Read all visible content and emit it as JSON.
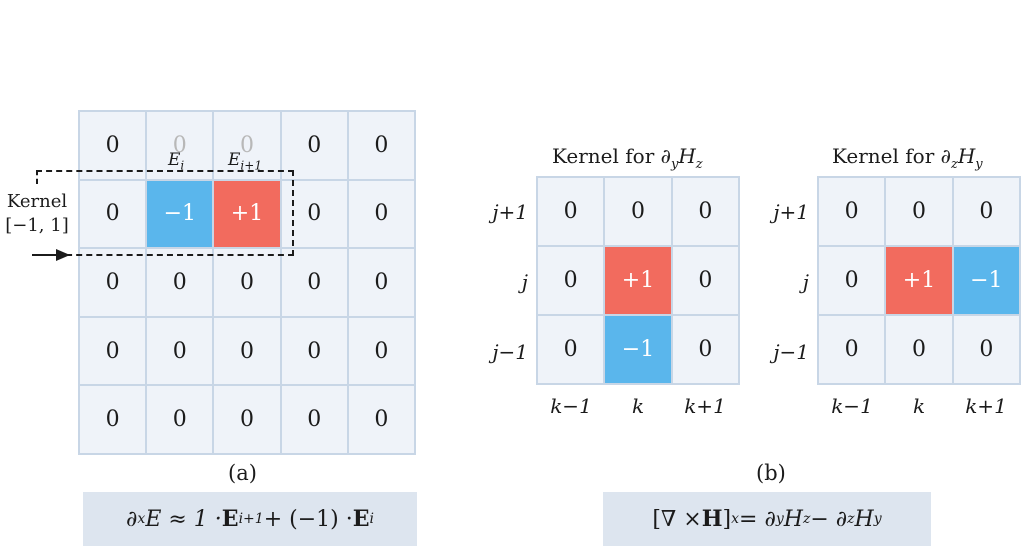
{
  "panel_a": {
    "grid": [
      [
        "0",
        "0",
        "0",
        "0",
        "0"
      ],
      [
        "0",
        "−1",
        "+1",
        "0",
        "0"
      ],
      [
        "0",
        "0",
        "0",
        "0",
        "0"
      ],
      [
        "0",
        "0",
        "0",
        "0",
        "0"
      ],
      [
        "0",
        "0",
        "0",
        "0",
        "0"
      ]
    ],
    "label_ei_base": "E",
    "label_ei_sub": "i",
    "label_ei1_base": "E",
    "label_ei1_sub": "i+1",
    "kernel_label_line1": "Kernel",
    "kernel_label_line2": "[−1, 1]",
    "caption": "(a)",
    "formula": {
      "part1": "∂",
      "part1_sub": "x",
      "part2": "E ≈ 1 · ",
      "part3": "E",
      "part3_sub": "i+1",
      "part4": " + (−1) · ",
      "part5": "E",
      "part5_sub": "i"
    }
  },
  "panel_b": {
    "kernel1": {
      "title_prefix": "Kernel for ∂",
      "title_sub": "y",
      "title_var": "H",
      "title_var_sub": "z",
      "grid": [
        [
          "0",
          "0",
          "0"
        ],
        [
          "0",
          "+1",
          "0"
        ],
        [
          "0",
          "−1",
          "0"
        ]
      ]
    },
    "kernel2": {
      "title_prefix": "Kernel for ∂",
      "title_sub": "z",
      "title_var": "H",
      "title_var_sub": "y",
      "grid": [
        [
          "0",
          "0",
          "0"
        ],
        [
          "0",
          "+1",
          "−1"
        ],
        [
          "0",
          "0",
          "0"
        ]
      ]
    },
    "row_labels": [
      "j+1",
      "j",
      "j−1"
    ],
    "col_labels": [
      "k−1",
      "k",
      "k+1"
    ],
    "caption": "(b)",
    "formula": {
      "open": "[∇ × ",
      "H": "H",
      "close": "]",
      "close_sub": "x",
      "eq": " = ∂",
      "d1_sub": "y",
      "t1": "H",
      "t1_sub": "z",
      "minus": " − ∂",
      "d2_sub": "z",
      "t2": "H",
      "t2_sub": "y"
    }
  },
  "colors": {
    "positive": "#f26b5e",
    "negative": "#5ab6ec",
    "cell": "#eff3f9",
    "grid_line": "#c8d6e6",
    "formula_bg": "#dde5ef"
  }
}
